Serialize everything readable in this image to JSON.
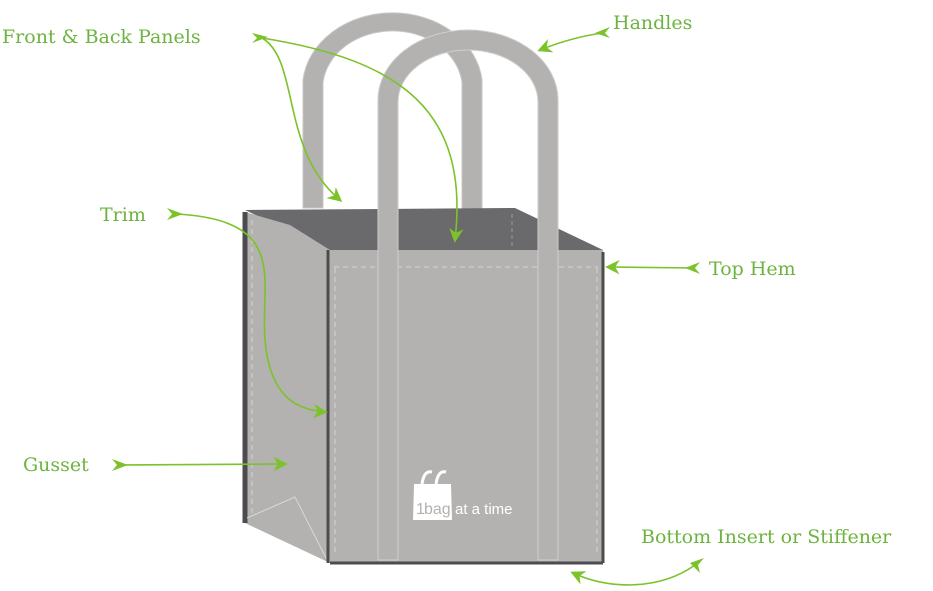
{
  "title": "Tote bag anatomy",
  "labels": {
    "front_back_panels": "Front & Back Panels",
    "handles": "Handles",
    "trim": "Trim",
    "top_hem": "Top Hem",
    "gusset": "Gusset",
    "bottom_insert": "Bottom Insert or Stiffener"
  },
  "logo": {
    "number": "1",
    "word": "bag",
    "tagline": "at a time"
  },
  "colors": {
    "label": "#6db33f",
    "arrow": "#7cc22a",
    "bag": "#b3b2b0",
    "interior": "#6a6a6c",
    "edge": "#4c4c4e"
  }
}
